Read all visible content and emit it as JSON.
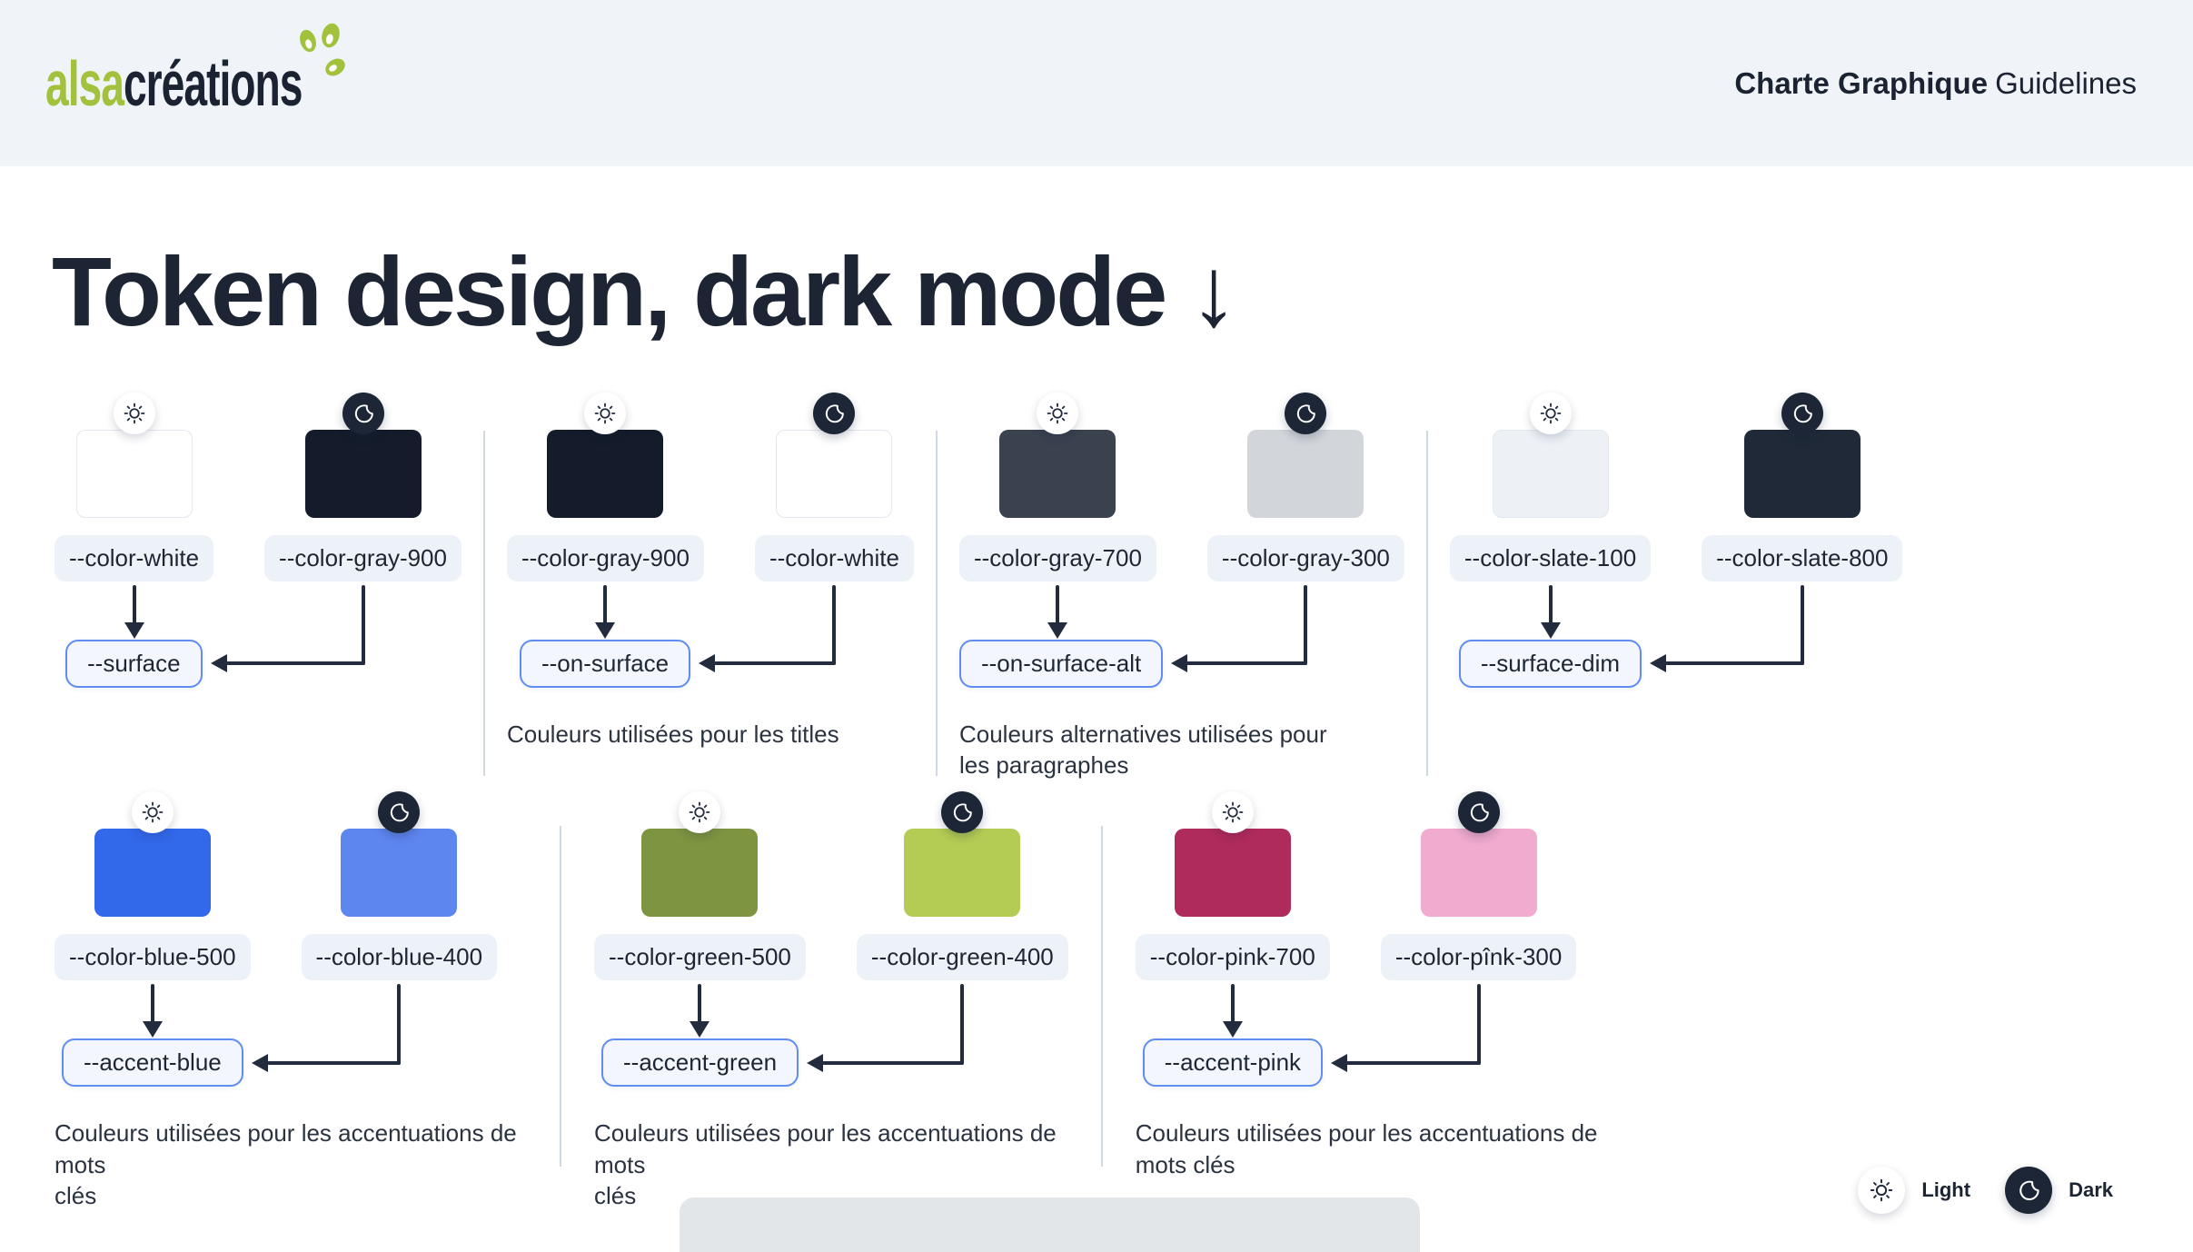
{
  "header": {
    "logo_part1": "alsa",
    "logo_part2": "créations",
    "doc_title_bold": "Charte Graphique",
    "doc_title_light": "Guidelines"
  },
  "page_title": "Token design, dark mode ↓",
  "colors": {
    "header_bg": "#f0f4f9",
    "logo_green": "#a2c13c",
    "ink": "#1d2433",
    "pill_bg": "#edf1f8",
    "result_pill_border": "#5f8df2",
    "result_pill_bg": "#f3f7fd",
    "arrow": "#232c3e",
    "divider": "#cfd8e3",
    "caption_text": "#2b3240",
    "bottom_bar": "#e3e6e9",
    "moon_badge": "#1d2636"
  },
  "rows": [
    {
      "groups": [
        {
          "light_token": "--color-white",
          "light_hex": "#ffffff",
          "dark_token": "--color-gray-900",
          "dark_hex": "#141c2b",
          "result": "--surface",
          "caption": ""
        },
        {
          "light_token": "--color-gray-900",
          "light_hex": "#141c2b",
          "dark_token": "--color-white",
          "dark_hex": "#ffffff",
          "result": "--on-surface",
          "caption": "Couleurs utilisées pour les titles"
        },
        {
          "light_token": "--color-gray-700",
          "light_hex": "#3a414f",
          "dark_token": "--color-gray-300",
          "dark_hex": "#d2d5da",
          "result": "--on-surface-alt",
          "caption": "Couleurs alternatives utilisées pour\nles paragraphes"
        },
        {
          "light_token": "--color-slate-100",
          "light_hex": "#edf1f6",
          "dark_token": "--color-slate-800",
          "dark_hex": "#1f2937",
          "result": "--surface-dim",
          "caption": ""
        }
      ]
    },
    {
      "groups": [
        {
          "light_token": "--color-blue-500",
          "light_hex": "#3268ea",
          "dark_token": "--color-blue-400",
          "dark_hex": "#5e86ef",
          "result": "--accent-blue",
          "caption": "Couleurs utilisées pour les accentuations de mots\nclés"
        },
        {
          "light_token": "--color-green-500",
          "light_hex": "#7d9440",
          "dark_token": "--color-green-400",
          "dark_hex": "#b5cc54",
          "result": "--accent-green",
          "caption": "Couleurs utilisées pour les accentuations de mots\nclés"
        },
        {
          "light_token": "--color-pink-700",
          "light_hex": "#af2b5b",
          "dark_token": "--color-pînk-300",
          "dark_hex": "#f0abce",
          "result": "--accent-pink",
          "caption": "Couleurs utilisées pour les accentuations de\nmots clés"
        }
      ]
    }
  ],
  "theme_toggle": {
    "light_label": "Light",
    "dark_label": "Dark"
  }
}
